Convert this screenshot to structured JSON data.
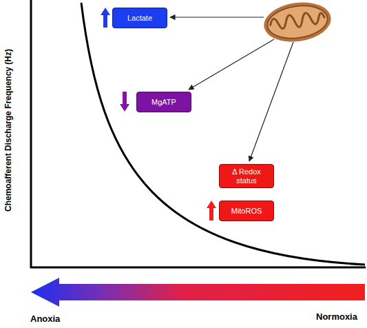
{
  "diagram": {
    "nodes": [
      {
        "text": [
          "Lactate"
        ]
      },
      {
        "text": [
          "MgATP"
        ]
      },
      {
        "text": [
          "Δ Redox status"
        ]
      },
      {
        "text": [
          "MitoROS"
        ]
      }
    ],
    "labels": [
      "Chemoafferent Discharge Frequency (Hz)",
      "Anoxia",
      "Normoxia"
    ]
  }
}
